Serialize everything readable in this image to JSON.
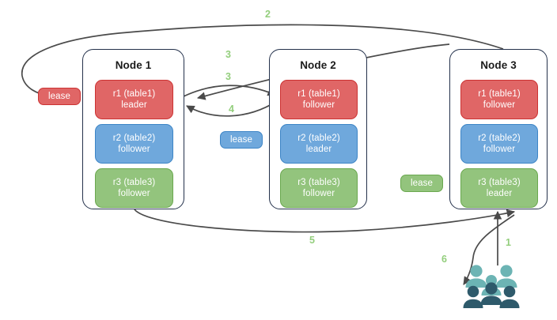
{
  "diagram": {
    "title": "Distributed SQL range leaseholder / replica routing diagram",
    "background": "#ffffff",
    "colors": {
      "red_fill": "#e06666",
      "red_stroke": "#cc3333",
      "blue_fill": "#6fa8dc",
      "blue_stroke": "#3d85c6",
      "green_fill": "#93c47d",
      "green_stroke": "#6aa84f",
      "node_border": "#24314b",
      "arrow": "#4a4a4a",
      "step_label": "#93ce7c",
      "people_light": "#6cb4b4",
      "people_dark": "#2e5a6b"
    }
  },
  "nodes": [
    {
      "id": "node-1",
      "title": "Node 1",
      "replicas": [
        {
          "id": "n1-r1",
          "range": "r1 (table1)",
          "role": "leader",
          "color": "red"
        },
        {
          "id": "n1-r2",
          "range": "r2 (table2)",
          "role": "follower",
          "color": "blue"
        },
        {
          "id": "n1-r3",
          "range": "r3 (table3)",
          "role": "follower",
          "color": "green"
        }
      ]
    },
    {
      "id": "node-2",
      "title": "Node 2",
      "replicas": [
        {
          "id": "n2-r1",
          "range": "r1 (table1)",
          "role": "follower",
          "color": "red"
        },
        {
          "id": "n2-r2",
          "range": "r2 (table2)",
          "role": "leader",
          "color": "blue"
        },
        {
          "id": "n2-r3",
          "range": "r3 (table3)",
          "role": "follower",
          "color": "green"
        }
      ]
    },
    {
      "id": "node-3",
      "title": "Node 3",
      "replicas": [
        {
          "id": "n3-r1",
          "range": "r1 (table1)",
          "role": "follower",
          "color": "red"
        },
        {
          "id": "n3-r2",
          "range": "r2 (table2)",
          "role": "follower",
          "color": "blue"
        },
        {
          "id": "n3-r3",
          "range": "r3 (table3)",
          "role": "leader",
          "color": "green"
        }
      ]
    }
  ],
  "leases": [
    {
      "id": "lease-r1",
      "label": "lease",
      "color": "red"
    },
    {
      "id": "lease-r2",
      "label": "lease",
      "color": "blue"
    },
    {
      "id": "lease-r3",
      "label": "lease",
      "color": "green"
    }
  ],
  "steps": [
    {
      "id": "step-1",
      "label": "1"
    },
    {
      "id": "step-2",
      "label": "2"
    },
    {
      "id": "step-3a",
      "label": "3"
    },
    {
      "id": "step-3b",
      "label": "3"
    },
    {
      "id": "step-4",
      "label": "4"
    },
    {
      "id": "step-5",
      "label": "5"
    },
    {
      "id": "step-6",
      "label": "6"
    }
  ],
  "actors": {
    "id": "client-users",
    "icon": "people-icon",
    "count": 6
  }
}
